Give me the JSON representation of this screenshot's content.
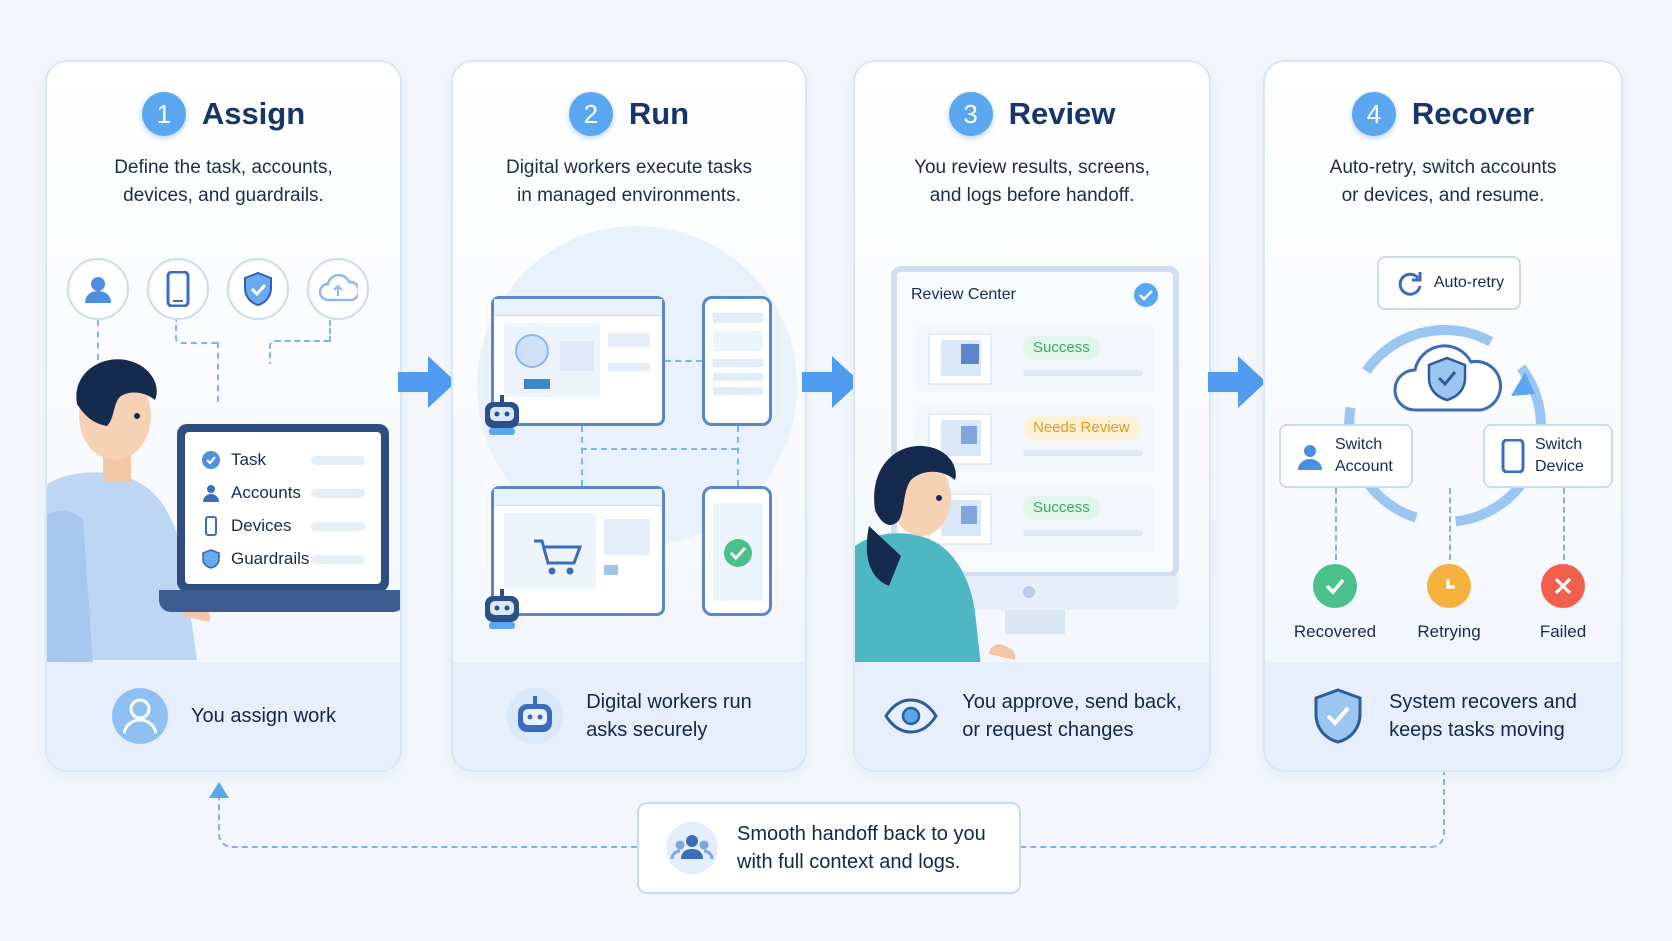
{
  "steps": [
    {
      "number": "1",
      "title": "Assign",
      "description": "Define the task, accounts,\ndevices, and guardrails.",
      "footer": "You assign work"
    },
    {
      "number": "2",
      "title": "Run",
      "description": "Digital workers execute tasks\nin managed environments.",
      "footer": "Digital workers run\n asks securely"
    },
    {
      "number": "3",
      "title": "Review",
      "description": "You review results, screens,\nand logs before handoff.",
      "footer": "You approve, send back,\nor request changes"
    },
    {
      "number": "4",
      "title": "Recover",
      "description": "Auto-retry, switch accounts\nor devices, and resume.",
      "footer": "System recovers and\nkeeps tasks moving"
    }
  ],
  "assign_icons": [
    "user-icon",
    "phone-icon",
    "shield-icon",
    "cloud-icon"
  ],
  "checklist": [
    "Task",
    "Accounts",
    "Devices",
    "Guardrails"
  ],
  "review": {
    "title": "Review Center",
    "statuses": [
      "Success",
      "Needs Review",
      "Success"
    ]
  },
  "recover": {
    "auto_retry": "Auto-retry",
    "switch_account": "Switch\nAccount",
    "switch_device": "Switch\nDevice",
    "outcomes": [
      "Recovered",
      "Retrying",
      "Failed"
    ]
  },
  "handoff": "Smooth handoff back to you\nwith full context and logs.",
  "colors": {
    "accent": "#5aa7f0",
    "success": "#4cc08a",
    "warning": "#f5b13d",
    "danger": "#f0604d",
    "navy": "#17356a"
  }
}
